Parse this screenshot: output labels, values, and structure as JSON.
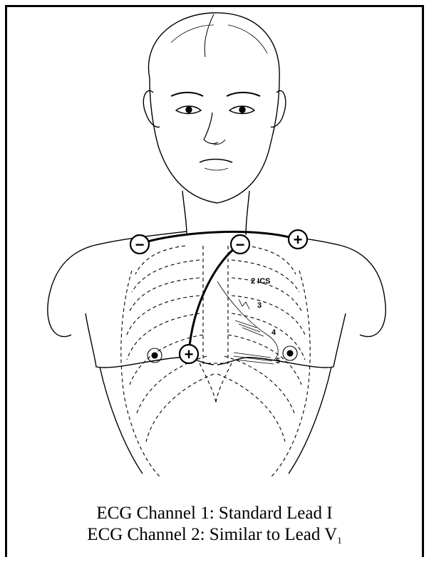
{
  "captions": {
    "line1": "ECG Channel 1: Standard Lead I",
    "line2_main": "ECG Channel 2: Similar to Lead V",
    "line2_sub": "1"
  },
  "electrodes": {
    "right_shoulder": "−",
    "mid_upper": "−",
    "left_shoulder": "+",
    "right_sternal": "+"
  },
  "labels": {
    "ics2": "2 ICS",
    "ics3": "3",
    "ics4": "4",
    "ics5": "5"
  },
  "colors": {
    "ink": "#000000",
    "background": "#ffffff"
  }
}
